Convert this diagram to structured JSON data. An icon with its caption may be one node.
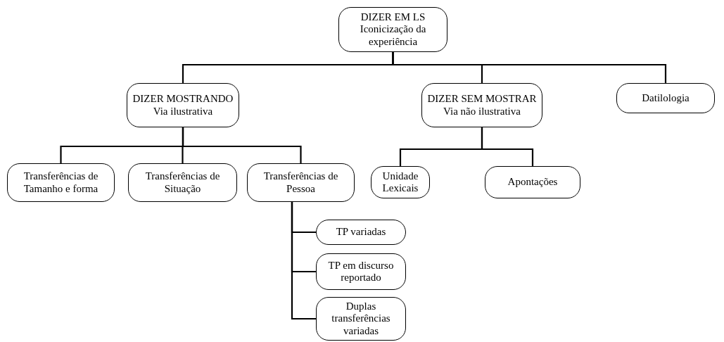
{
  "diagram": {
    "nodes": [
      {
        "text": [
          "DIZER EM LS",
          "Iconicização da experiência"
        ]
      },
      {
        "text": [
          "DIZER MOSTRANDO",
          "Via ilustrativa"
        ]
      },
      {
        "text": [
          "DIZER SEM MOSTRAR",
          "Via não ilustrativa"
        ]
      },
      {
        "text": [
          "Datilologia"
        ]
      },
      {
        "text": [
          "Transferências de Tamanho e forma"
        ]
      },
      {
        "text": [
          "Transferências de Situação"
        ]
      },
      {
        "text": [
          "Transferências de Pessoa"
        ]
      },
      {
        "text": [
          "Unidade Lexicais"
        ]
      },
      {
        "text": [
          "Apontações"
        ]
      },
      {
        "text": [
          "TP variadas"
        ]
      },
      {
        "text": [
          "TP em discurso reportado"
        ]
      },
      {
        "text": [
          "Duplas transferências variadas"
        ]
      }
    ],
    "edges": [
      {
        "from": 0,
        "to": 1,
        "arrow": "none"
      },
      {
        "from": 0,
        "to": 2,
        "arrow": "none"
      },
      {
        "from": 0,
        "to": 3,
        "arrow": "none"
      },
      {
        "from": 1,
        "to": 4,
        "arrow": "none"
      },
      {
        "from": 1,
        "to": 5,
        "arrow": "none"
      },
      {
        "from": 1,
        "to": 6,
        "arrow": "none"
      },
      {
        "from": 2,
        "to": 7,
        "arrow": "none"
      },
      {
        "from": 2,
        "to": 8,
        "arrow": "none"
      },
      {
        "from": 6,
        "to": 9,
        "arrow": "none"
      },
      {
        "from": 6,
        "to": 10,
        "arrow": "none"
      },
      {
        "from": 6,
        "to": 11,
        "arrow": "none"
      }
    ]
  }
}
